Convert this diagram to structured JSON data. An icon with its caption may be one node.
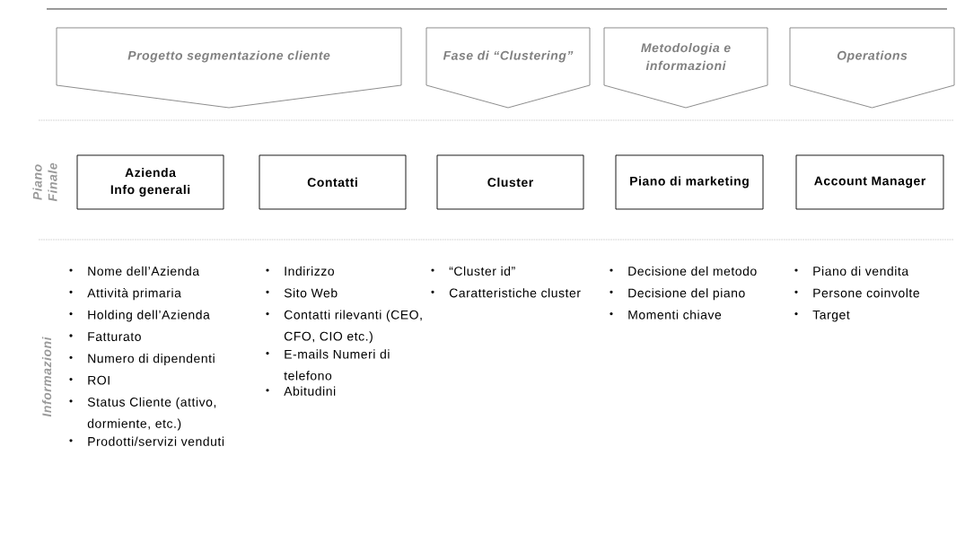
{
  "diagram": {
    "nodes": [
      {
        "text": [
          "Progetto segmentazione cliente"
        ]
      },
      {
        "text": [
          "Fase di “Clustering”"
        ]
      },
      {
        "text": [
          "Metodologia e informazioni"
        ]
      },
      {
        "text": [
          "Operations"
        ]
      },
      {
        "text": [
          "Azienda Info generali"
        ]
      },
      {
        "text": [
          "Contatti"
        ]
      },
      {
        "text": [
          "Cluster"
        ]
      },
      {
        "text": [
          "Piano di marketing"
        ]
      },
      {
        "text": [
          "Account Manager"
        ]
      }
    ],
    "labels": [
      "Piano Finale",
      "Informazioni",
      "Nome dell’Azienda",
      "Attività primaria",
      "Holding dell’Azienda",
      "Fatturato",
      "Numero di dipendenti",
      "ROI",
      "Status Cliente (attivo, dormiente, etc.)",
      "Prodotti/servizi venduti",
      "Indirizzo",
      "Sito Web",
      "Contatti rilevanti (CEO, CFO, CIO etc.)",
      "E-mails Numeri di telefono",
      "Abitudini",
      "“Cluster id”",
      "Caratteristiche cluster",
      "Decisione del metodo",
      "Decisione del piano",
      "Momenti chiave",
      "Piano di vendita",
      "Persone coinvolte",
      "Target"
    ]
  }
}
